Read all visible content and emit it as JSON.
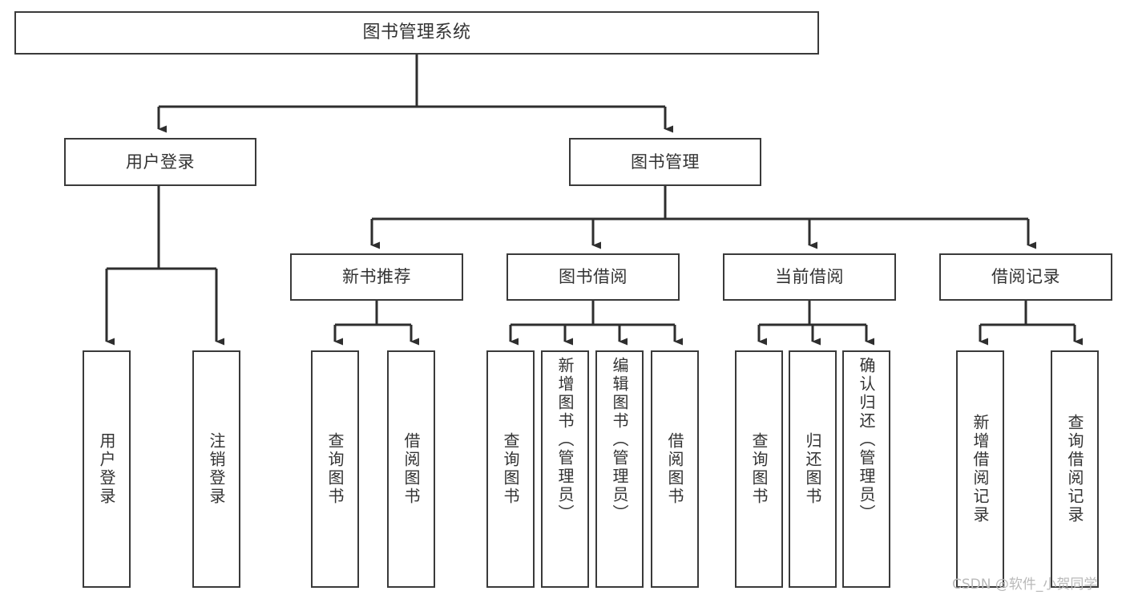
{
  "diagram": {
    "title": "图书管理系统",
    "type": "hierarchy-tree",
    "levels": 4,
    "nodes": {
      "root": {
        "label": "图书管理系统"
      },
      "level1": [
        {
          "id": "user-login",
          "label": "用户登录"
        },
        {
          "id": "book-management",
          "label": "图书管理"
        }
      ],
      "level2": [
        {
          "id": "new-book-recommend",
          "label": "新书推荐"
        },
        {
          "id": "book-borrow",
          "label": "图书借阅"
        },
        {
          "id": "current-borrow",
          "label": "当前借阅"
        },
        {
          "id": "borrow-record",
          "label": "借阅记录"
        }
      ],
      "leaves": {
        "user_login": [
          {
            "id": "leaf-user-login",
            "label": "用户登录"
          },
          {
            "id": "leaf-logout-login",
            "label": "注销登录"
          }
        ],
        "new_book_recommend": [
          {
            "id": "leaf-query-book-1",
            "label": "查询图书"
          },
          {
            "id": "leaf-borrow-book-1",
            "label": "借阅图书"
          }
        ],
        "book_borrow": [
          {
            "id": "leaf-query-book-2",
            "label": "查询图书"
          },
          {
            "id": "leaf-add-book",
            "label": "新增图书（管理员）"
          },
          {
            "id": "leaf-edit-book",
            "label": "编辑图书（管理员）"
          },
          {
            "id": "leaf-borrow-book-2",
            "label": "借阅图书"
          }
        ],
        "current_borrow": [
          {
            "id": "leaf-query-book-3",
            "label": "查询图书"
          },
          {
            "id": "leaf-return-book",
            "label": "归还图书"
          },
          {
            "id": "leaf-confirm-return",
            "label": "确认归还（管理员）"
          }
        ],
        "borrow_record": [
          {
            "id": "leaf-add-borrow-record",
            "label": "新增借阅记录"
          },
          {
            "id": "leaf-query-borrow-record",
            "label": "查询借阅记录"
          }
        ]
      }
    },
    "colors": {
      "background": "#ffffff",
      "box_border": "#3a3a3a",
      "box_fill": "#ffffff",
      "text": "#333333",
      "edge": "#2e2e2e",
      "watermark": "#b9b9b9"
    }
  },
  "watermark": {
    "text": "CSDN @软件_小贺同学"
  }
}
